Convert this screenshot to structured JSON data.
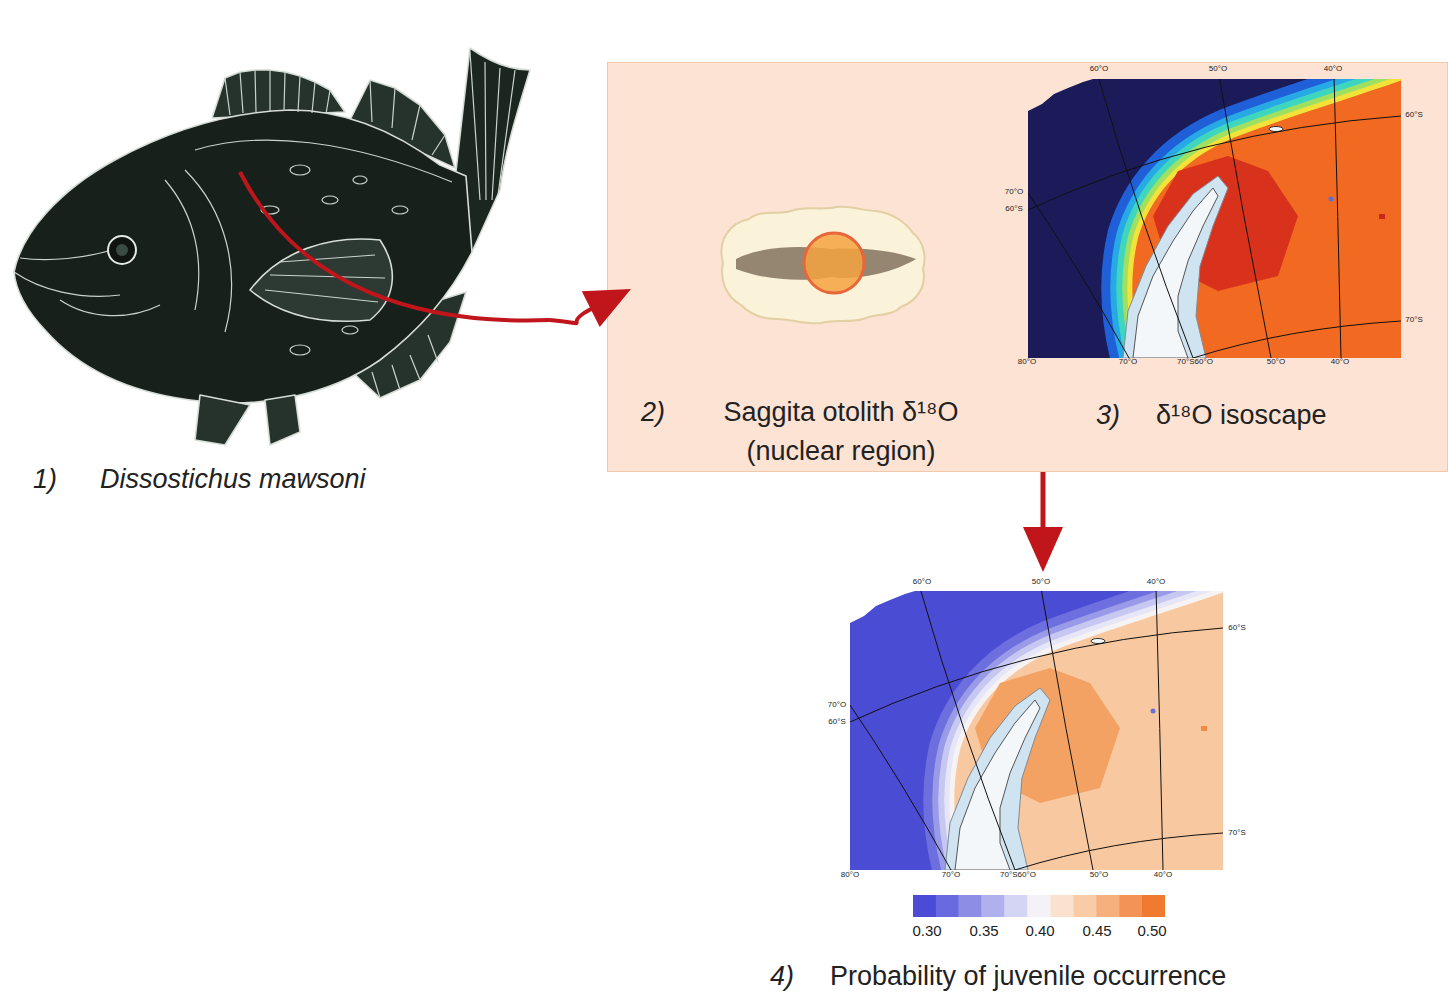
{
  "diagram": {
    "nodes": [
      {
        "text": [
          "1)",
          "Dissostichus mawsoni"
        ]
      },
      {
        "text": []
      },
      {
        "text": [
          "2)",
          "Saggita otolith δ¹⁸O (nuclear region)"
        ],
        "in": 1
      },
      {
        "text": [
          "3)",
          "δ¹⁸O isoscape"
        ],
        "in": 1
      },
      {
        "text": [
          "4)",
          "Probability of juvenile occurrence"
        ]
      }
    ],
    "edges": [
      {
        "from": 0,
        "to": 2,
        "arrow": "to"
      },
      {
        "from": 1,
        "to": 4,
        "arrow": "to"
      }
    ],
    "labels": [
      "60°O",
      "50°O",
      "40°O",
      "60°S",
      "70°O",
      "60°S",
      "70°S",
      "80°O",
      "70°O",
      "70°S60°O",
      "50°O",
      "40°O",
      "60°O",
      "50°O",
      "40°O",
      "60°S",
      "70°O",
      "60°S",
      "70°S",
      "80°O",
      "70°O",
      "70°S60°O",
      "50°O",
      "40°O",
      "0.30",
      "0.35",
      "0.40",
      "0.45",
      "0.50"
    ]
  }
}
